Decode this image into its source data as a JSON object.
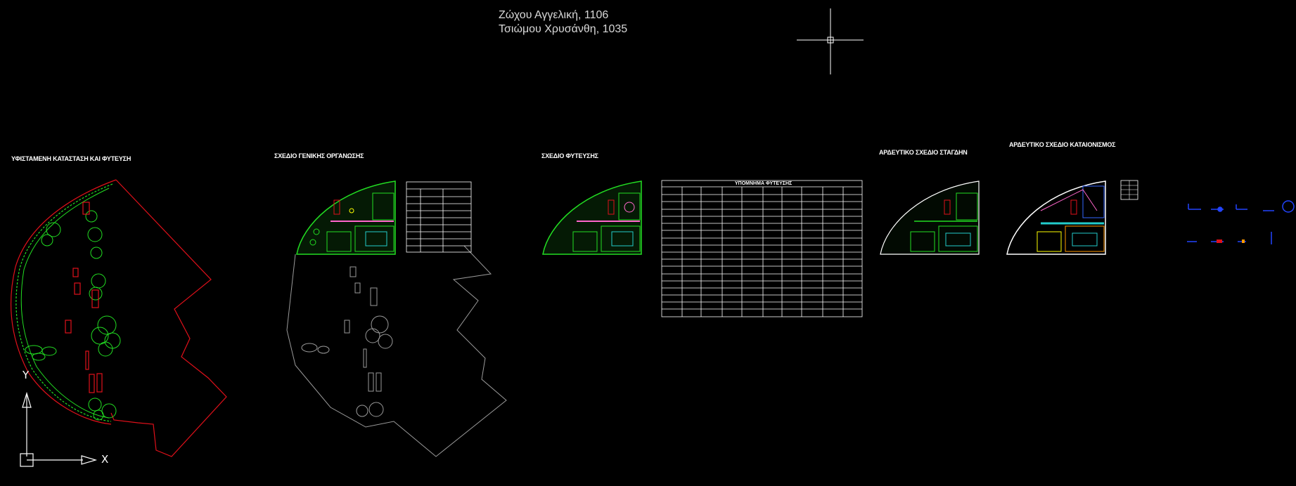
{
  "header": {
    "author_1": "Ζώχου Αγγελική, 1106",
    "author_2": "Τσιώμου Χρυσάνθη, 1035"
  },
  "sheets": {
    "existing": "ΥΦΙΣΤΑΜΕΝΗ ΚΑΤΑΣΤΑΣΗ ΚΑΙ ΦΥΤΕΥΣΗ",
    "general": "ΣΧΕΔΙΟ ΓΕΝΙΚΗΣ ΟΡΓΑΝΩΣΗΣ",
    "planting": "ΣΧΕΔΙΟ ΦΥΤΕΥΣΗΣ",
    "drip": "ΑΡΔΕΥΤΙΚΟ ΣΧΕΔΙΟ ΣΤΑΓΔΗΝ",
    "sprinkler": "ΑΡΔΕΥΤΙΚΟ ΣΧΕΔΙΟ ΚΑΤΑΙΟΝΙΣΜΟΣ"
  },
  "planting_table": {
    "title": "ΥΠΟΜΝΗΜΑ ΦΥΤΕΥΣΗΣ"
  },
  "ucs": {
    "x_label": "X",
    "y_label": "Y"
  },
  "colors": {
    "background": "#000000",
    "boundary_red": "#e0101a",
    "planting_green": "#22dd22",
    "line_white": "#ffffff",
    "outline_grey": "#9a9a9a",
    "irrigation_cyan": "#22cccc",
    "legend_blue": "#2244ff"
  },
  "icons": {
    "cursor": "crosshair-cursor-icon",
    "ucs": "ucs-axis-icon"
  }
}
